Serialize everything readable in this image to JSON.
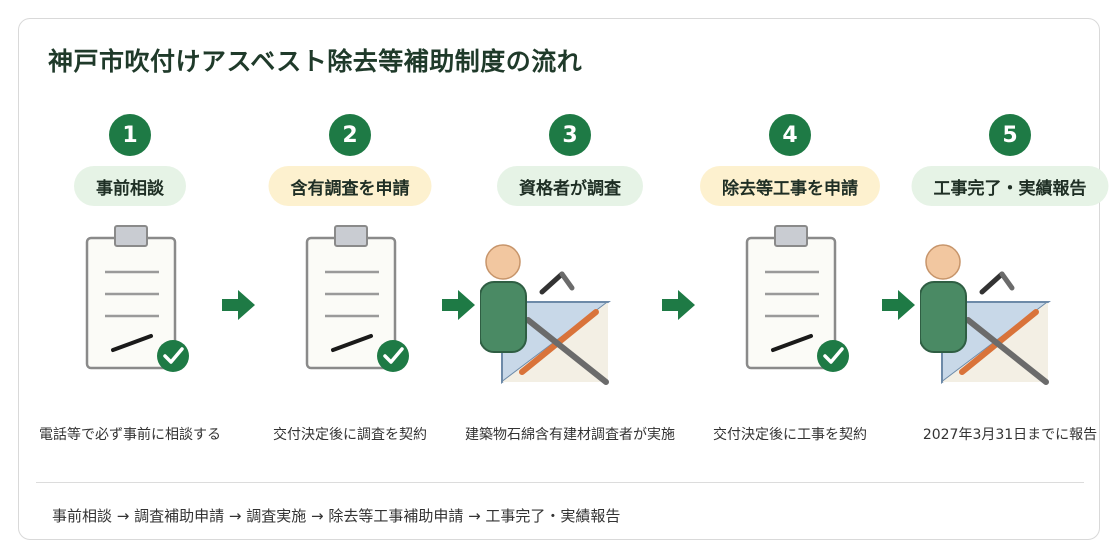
{
  "title": "神戸市吹付けアスベスト除去等補助制度の流れ",
  "steps": [
    {
      "number": "1",
      "label": "事前相談",
      "description": "電話等で必ず事前に相談する",
      "style": "green",
      "illustration": "clipboard-check"
    },
    {
      "number": "2",
      "label": "含有調査を申請",
      "description": "交付決定後に調査を契約",
      "style": "yellow",
      "illustration": "clipboard-check"
    },
    {
      "number": "3",
      "label": "資格者が調査",
      "description": "建築物石綿含有建材調査者が実施",
      "style": "green",
      "illustration": "worker"
    },
    {
      "number": "4",
      "label": "除去等工事を申請",
      "description": "交付決定後に工事を契約",
      "style": "yellow",
      "illustration": "clipboard-check"
    },
    {
      "number": "5",
      "label": "工事完了・実績報告",
      "description": "2027年3月31日までに報告",
      "style": "green",
      "illustration": "worker"
    }
  ],
  "summary": "事前相談 → 調査補助申請 → 調査実施 → 除去等工事補助申請 → 工事完了・実績報告",
  "colors": {
    "accent": "#1e7a45",
    "pill_green": "#e6f3e6",
    "pill_yellow": "#fdf1cf",
    "worker_body": "#4a8a64",
    "skin": "#f2c7a0",
    "hazard_stripe": "#d9733a"
  }
}
